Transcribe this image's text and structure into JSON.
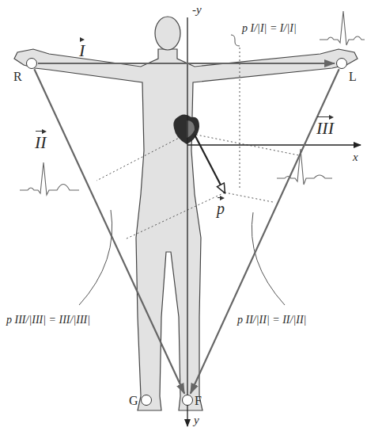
{
  "diagram": {
    "nodes": [
      {
        "text": [
          "R"
        ]
      },
      {
        "text": [
          "L"
        ]
      },
      {
        "text": [
          "G"
        ]
      },
      {
        "text": [
          "F"
        ]
      }
    ],
    "edges": [
      {
        "from": 0,
        "to": 1,
        "arrow": "to",
        "label": "I"
      },
      {
        "from": 0,
        "to": 3,
        "arrow": "to",
        "label": "II"
      },
      {
        "from": 1,
        "to": 3,
        "arrow": "to",
        "label": "III"
      }
    ],
    "labels": [
      "-y",
      "x",
      "y",
      "p",
      "p I/|I| = I/|I|",
      "p III/|III| = III/|III|",
      "p II/|II| = II/|II|"
    ]
  }
}
